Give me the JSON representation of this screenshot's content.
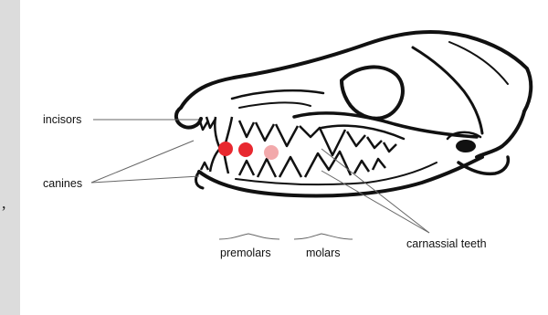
{
  "diagram": {
    "labels": {
      "incisors": "incisors",
      "canines": "canines",
      "premolars": "premolars",
      "molars": "molars",
      "carnassial": "carnassial teeth"
    },
    "side_mark": ","
  },
  "colors": {
    "stroke": "#111111",
    "frame_bg": "#dcdcdc",
    "canvas_bg": "#ffffff",
    "dot_strong": "#e8282f",
    "dot_faded": "#f2a9ab"
  }
}
